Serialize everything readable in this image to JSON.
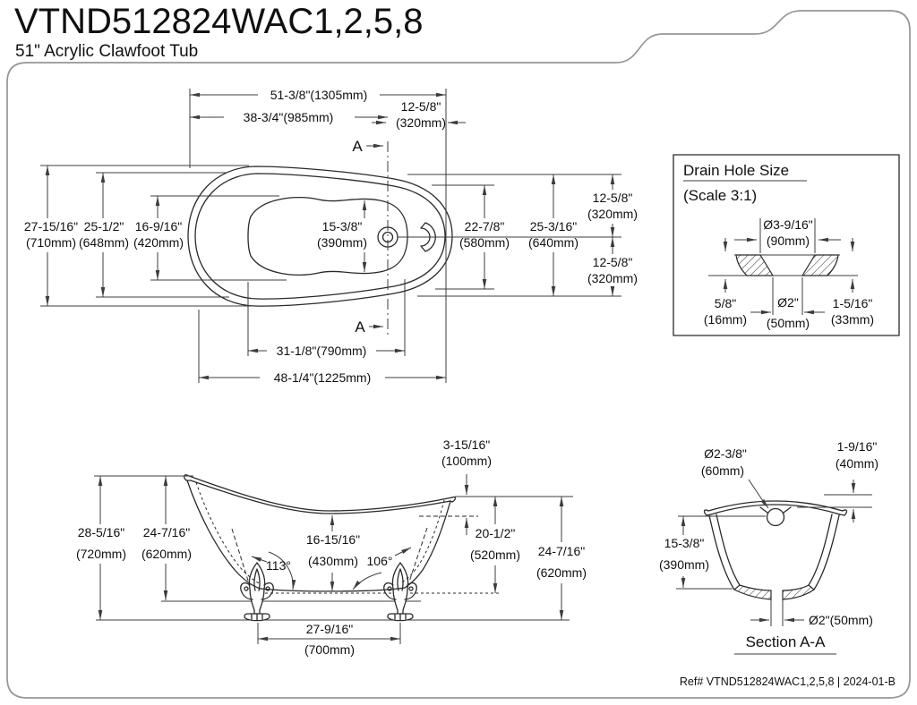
{
  "header": {
    "title": "VTND512824WAC1,2,5,8",
    "subtitle": "51\" Acrylic Clawfoot Tub"
  },
  "footer": {
    "ref": "Ref# VTND512824WAC1,2,5,8 | 2024-01-B"
  },
  "top_view": {
    "dim_length_overall": "51-3/8\"(1305mm)",
    "dim_length_to_section": "38-3/4\"(985mm)",
    "dim_section_from_end_in": "12-5/8\"",
    "dim_section_from_end_mm": "(320mm)",
    "section_marker_top": "A",
    "section_marker_bottom": "A",
    "dim_width_overall_in": "27-15/16\"",
    "dim_width_overall_mm": "(710mm)",
    "dim_width_rim_in": "25-1/2\"",
    "dim_width_rim_mm": "(648mm)",
    "dim_width_basin_in": "16-9/16\"",
    "dim_width_basin_mm": "(420mm)",
    "dim_basin_width_at_drain_in": "15-3/8\"",
    "dim_basin_width_at_drain_mm": "(390mm)",
    "dim_width_inner_right_in": "22-7/8\"",
    "dim_width_inner_right_mm": "(580mm)",
    "dim_width_right_in": "25-3/16\"",
    "dim_width_right_mm": "(640mm)",
    "dim_half_width_top_in": "12-5/8\"",
    "dim_half_width_top_mm": "(320mm)",
    "dim_half_width_bottom_in": "12-5/8\"",
    "dim_half_width_bottom_mm": "(320mm)",
    "dim_basin_length": "31-1/8\"(790mm)",
    "dim_base_length": "48-1/4\"(1225mm)"
  },
  "side_view": {
    "dim_rim_to_deck_in": "3-15/16\"",
    "dim_rim_to_deck_mm": "(100mm)",
    "dim_height_back_in": "28-5/16\"",
    "dim_height_back_mm": "(720mm)",
    "dim_rim_height_back_in": "24-7/16\"",
    "dim_rim_height_back_mm": "(620mm)",
    "dim_inner_depth_in": "16-15/16\"",
    "dim_inner_depth_mm": "(430mm)",
    "angle_back": "113°",
    "angle_front": "106°",
    "dim_deck_height_in": "20-1/2\"",
    "dim_deck_height_mm": "(520mm)",
    "dim_rim_height_front_in": "24-7/16\"",
    "dim_rim_height_front_mm": "(620mm)",
    "dim_feet_distance_in": "27-9/16\"",
    "dim_feet_distance_mm": "(700mm)"
  },
  "section_view": {
    "title": "Section A-A",
    "dim_overflow_dia_in": "Ø2-3/8\"",
    "dim_overflow_dia_mm": "(60mm)",
    "dim_overflow_offset_in": "1-9/16\"",
    "dim_overflow_offset_mm": "(40mm)",
    "dim_depth_in": "15-3/8\"",
    "dim_depth_mm": "(390mm)",
    "dim_drain": "Ø2\"(50mm)"
  },
  "drain_detail": {
    "title": "Drain Hole Size",
    "scale_note": "(Scale 3:1)",
    "dim_flange_dia_in": "Ø3-9/16\"",
    "dim_flange_dia_mm": "(90mm)",
    "dim_lip_in": "5/8\"",
    "dim_lip_mm": "(16mm)",
    "dim_hole_dia_in": "Ø2\"",
    "dim_hole_dia_mm": "(50mm)",
    "dim_depth_in": "1-5/16\"",
    "dim_depth_mm": "(33mm)"
  }
}
